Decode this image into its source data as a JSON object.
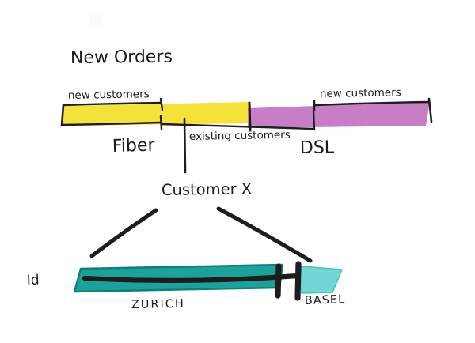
{
  "diagram": {
    "title": "New Orders",
    "labels": {
      "new_customers_left": "new customers",
      "existing_customers": "existing customers",
      "new_customers_right": "new customers",
      "fiber": "Fiber",
      "dsl": "DSL",
      "customer": "Customer X",
      "id": "Id",
      "zurich": "ZURICH",
      "basel": "BASEL"
    },
    "colors": {
      "fiber_yellow": "#F4E23A",
      "dsl_purple": "#C77EC7",
      "zurich_teal": "#1CA29B",
      "zurich_teal_edge": "#0E7F7A",
      "basel_cyan": "#74D6D4",
      "ink": "#1D1D1D"
    }
  }
}
